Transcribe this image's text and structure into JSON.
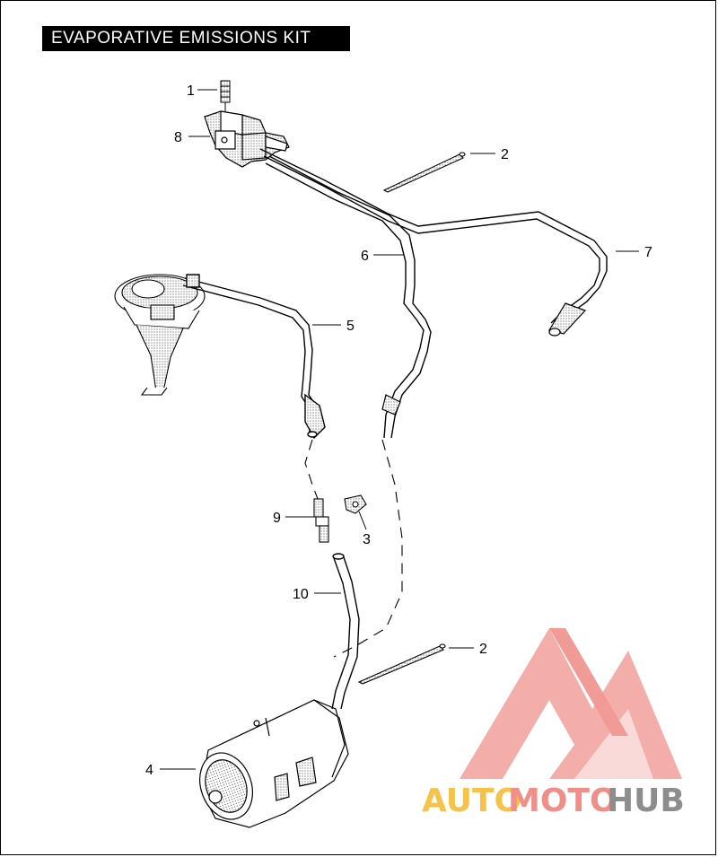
{
  "title": "EVAPORATIVE EMISSIONS KIT",
  "callouts": {
    "c1": "1",
    "c8": "8",
    "c2a": "2",
    "c6": "6",
    "c7": "7",
    "c5": "5",
    "c9": "9",
    "c3": "3",
    "c10": "10",
    "c2b": "2",
    "c4": "4"
  },
  "watermark": {
    "part1": "AUTO",
    "part2": "MOTO",
    "part3": "HUB",
    "colors": {
      "auto": "#f5c24a",
      "moto": "#f08f8a",
      "hub": "#8d8d8d",
      "logo": "#f08f8a"
    }
  }
}
